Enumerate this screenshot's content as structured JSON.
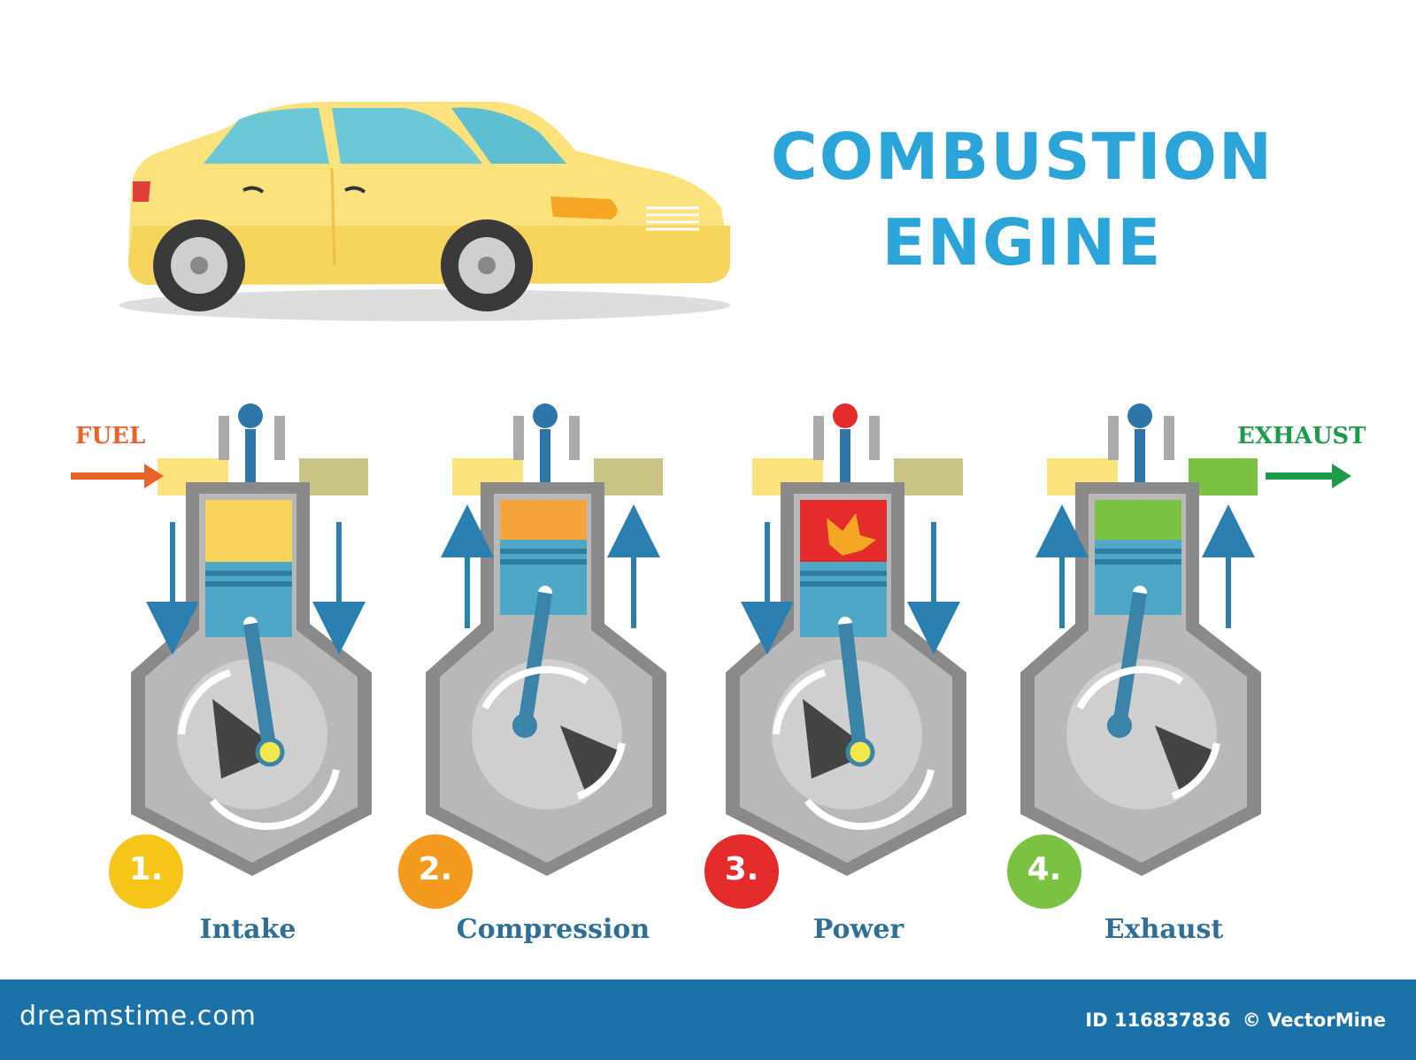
{
  "title": {
    "line1": "COMBUSTION",
    "line2": "ENGINE"
  },
  "labels": {
    "fuel": "FUEL",
    "exhaust": "EXHAUST"
  },
  "stages": [
    {
      "number": "1.",
      "name": "Intake",
      "color": "#f6c51a"
    },
    {
      "number": "2.",
      "name": "Compression",
      "color": "#f39a1f"
    },
    {
      "number": "3.",
      "name": "Power",
      "color": "#e42b2b"
    },
    {
      "number": "4.",
      "name": "Exhaust",
      "color": "#7cc242"
    }
  ],
  "footer": {
    "site": "dreamstime.com",
    "id_label": "ID 116837836",
    "credit": "© VectorMine"
  },
  "colors": {
    "title": "#2aa4d9",
    "fuel_arrow": "#e8632a",
    "exhaust_arrow": "#1e9a4b",
    "footer_bar": "#1b72a8",
    "car_body": "#fbe27c"
  }
}
